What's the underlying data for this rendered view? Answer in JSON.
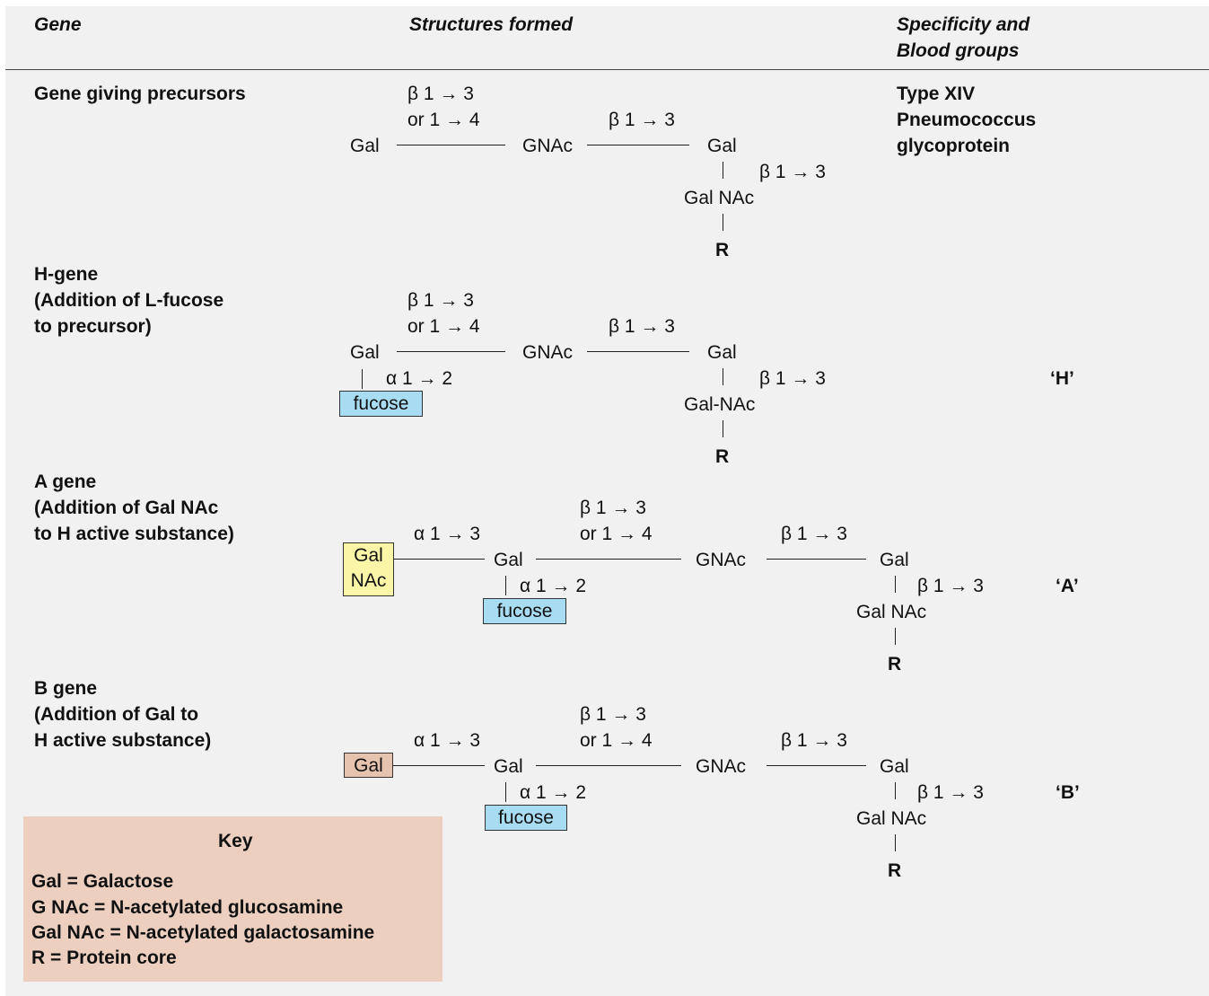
{
  "headers": {
    "gene": "Gene",
    "structures": "Structures formed",
    "specificity_l1": "Specificity and",
    "specificity_l2": "Blood groups"
  },
  "labels": {
    "gal": "Gal",
    "gnac": "GNAc",
    "galnac": "Gal NAc",
    "galnac_hyphen": "Gal-NAc",
    "r": "R",
    "fucose": "fucose",
    "box_gal": "Gal",
    "box_nac": "NAc"
  },
  "linkages": {
    "b13": "β 1 → 3",
    "b13_or14": "or 1 → 4",
    "a13": "α 1 → 3",
    "a12": "α 1 → 2"
  },
  "rows": [
    {
      "gene_lines": [
        "Gene giving precursors"
      ],
      "specificity_lines": [
        "Type XIV",
        "Pneumococcus",
        "glycoprotein"
      ]
    },
    {
      "gene_lines": [
        "H-gene",
        "(Addition of L-fucose",
        "to precursor)"
      ],
      "blood_group": "‘H’"
    },
    {
      "gene_lines": [
        "A gene",
        "(Addition of Gal NAc",
        "to H active substance)"
      ],
      "blood_group": "‘A’"
    },
    {
      "gene_lines": [
        "B gene",
        "(Addition of Gal to",
        "H active substance)"
      ],
      "blood_group": "‘B’"
    }
  ],
  "key": {
    "title": "Key",
    "items": [
      "Gal = Galactose",
      "G NAc = N-acetylated glucosamine",
      "Gal NAc = N-acetylated galactosamine",
      "R = Protein core"
    ]
  },
  "colors": {
    "panel": "#f1f1f1",
    "fucose_box": "#a8dcf2",
    "galnac_box": "#fbf5a8",
    "gal_box": "#e6c3ae",
    "key_box": "#eccfbe"
  }
}
